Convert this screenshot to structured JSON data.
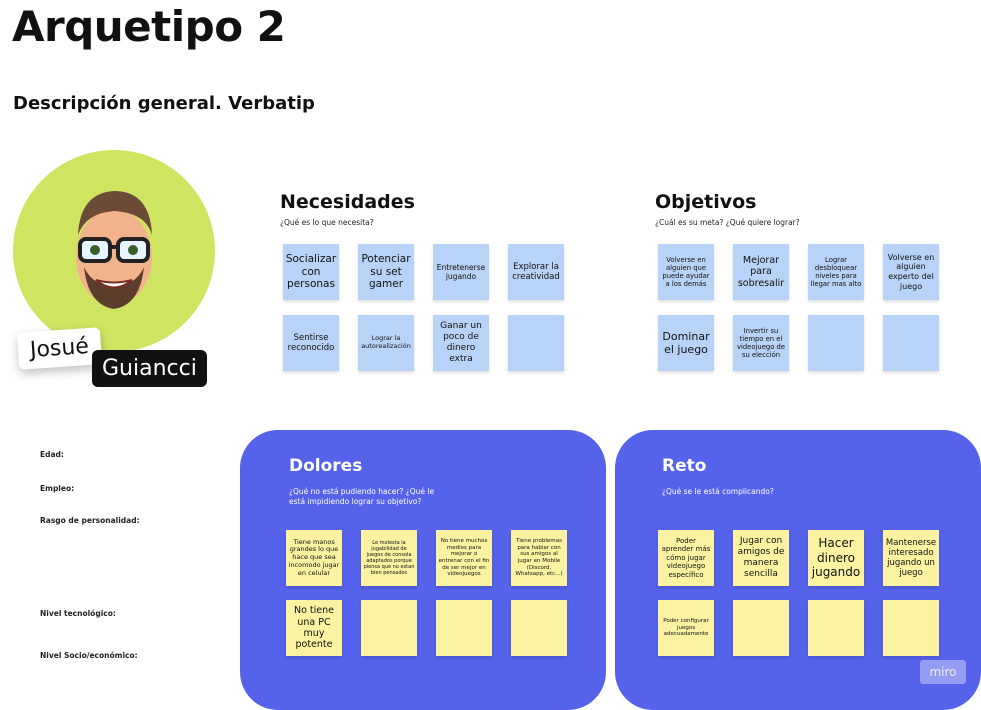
{
  "header": {
    "title": "Arquetipo 2",
    "subtitle": "Descripción general. Verbatip"
  },
  "persona": {
    "first_name": "Josué",
    "last_name": "Guiancci"
  },
  "fields": [
    "Edad:",
    "Empleo:",
    "Rasgo de personalidad:",
    "Nivel tecnológico:",
    "Nivel Socio/económico:"
  ],
  "necesidades": {
    "title": "Necesidades",
    "question": "¿Qué es lo que necesita?",
    "notes": [
      "Socializar con personas",
      "Potenciar su set gamer",
      "Entretenerse jugando",
      "Explorar la creatividad",
      "Sentirse reconocido",
      "Lograr la autorealización",
      "Ganar un poco de dinero extra",
      ""
    ]
  },
  "objetivos": {
    "title": "Objetivos",
    "question": "¿Cuál es su meta? ¿Qué quiere lograr?",
    "notes": [
      "Volverse en alguien que puede ayudar a los demás",
      "Mejorar para sobresalir",
      "Lograr desbloquear niveles para llegar mas alto",
      "Volverse en alguien experto del juego",
      "Dominar el juego",
      "Invertir su tiempo en el videojuego de su elección",
      "",
      ""
    ]
  },
  "dolores": {
    "title": "Dolores",
    "question": "¿Qué no está pudiendo hacer? ¿Qué le está impidiendo lograr su objetivo?",
    "notes": [
      "Tiene manos grandes lo que hace que sea incomodo jugar en celular",
      "Le molesta la jugabilidad de juegos de consola adaptados porque piensa que no estan bien pensados",
      "No tiene muchos medios para mejorar o entrenar con el fin de ser mejor en videojuegos",
      "Tiene problemas para hablar con sus amigos al jugar en Mobile (Discord, Whatsapp, etc...)",
      "No tiene una PC muy potente",
      "",
      "",
      ""
    ]
  },
  "reto": {
    "title": "Reto",
    "question": "¿Qué se le está complicando?",
    "notes": [
      "Poder aprender más cómo jugar videojuego específico",
      "Jugar con amigos de manera sencilla",
      "Hacer dinero jugando",
      "Mantenerse interesado jugando un juego",
      "Poder configurar juegos adecuadamente",
      "",
      "",
      ""
    ]
  },
  "watermark": "miro",
  "colors": {
    "avatar_bg": "#cfe561",
    "panel": "#5563eb",
    "note_blue": "#b7d3f7",
    "note_yellow": "#fbf3a1"
  }
}
